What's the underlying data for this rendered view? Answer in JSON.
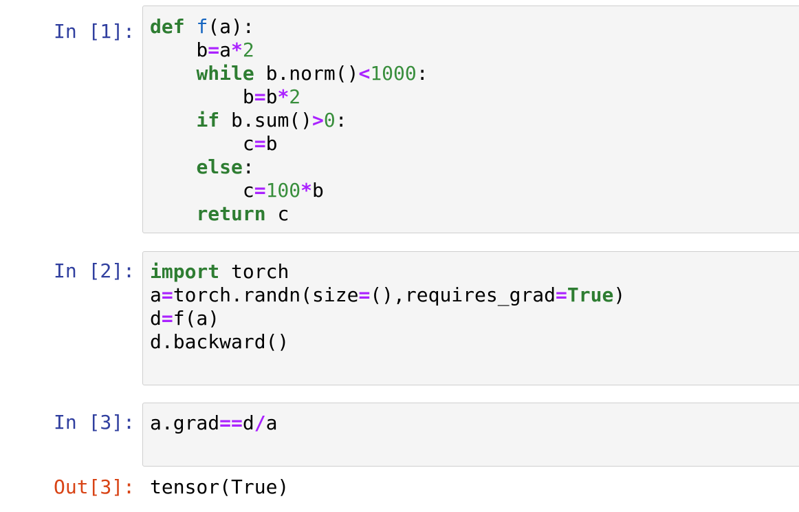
{
  "theme": {
    "prompt_in_color": "#303f9f",
    "prompt_out_color": "#d84315",
    "keyword_color": "#2e7d32",
    "operator_color": "#aa22ff",
    "number_color": "#388e3c",
    "function_name_color": "#1565c0",
    "cell_background": "#f5f5f5",
    "cell_border": "#cfcfcf"
  },
  "cells": [
    {
      "prompt": "In [1]:",
      "lines": [
        [
          {
            "t": "kw",
            "v": "def"
          },
          {
            "t": "plain",
            "v": " "
          },
          {
            "t": "fn",
            "v": "f"
          },
          {
            "t": "plain",
            "v": "(a):"
          }
        ],
        [
          {
            "t": "plain",
            "v": "    b"
          },
          {
            "t": "op",
            "v": "="
          },
          {
            "t": "plain",
            "v": "a"
          },
          {
            "t": "op",
            "v": "*"
          },
          {
            "t": "num",
            "v": "2"
          }
        ],
        [
          {
            "t": "plain",
            "v": "    "
          },
          {
            "t": "kw",
            "v": "while"
          },
          {
            "t": "plain",
            "v": " b.norm()"
          },
          {
            "t": "op",
            "v": "<"
          },
          {
            "t": "num",
            "v": "1000"
          },
          {
            "t": "plain",
            "v": ":"
          }
        ],
        [
          {
            "t": "plain",
            "v": "        b"
          },
          {
            "t": "op",
            "v": "="
          },
          {
            "t": "plain",
            "v": "b"
          },
          {
            "t": "op",
            "v": "*"
          },
          {
            "t": "num",
            "v": "2"
          }
        ],
        [
          {
            "t": "plain",
            "v": "    "
          },
          {
            "t": "kw",
            "v": "if"
          },
          {
            "t": "plain",
            "v": " b.sum()"
          },
          {
            "t": "op",
            "v": ">"
          },
          {
            "t": "num",
            "v": "0"
          },
          {
            "t": "plain",
            "v": ":"
          }
        ],
        [
          {
            "t": "plain",
            "v": "        c"
          },
          {
            "t": "op",
            "v": "="
          },
          {
            "t": "plain",
            "v": "b"
          }
        ],
        [
          {
            "t": "plain",
            "v": "    "
          },
          {
            "t": "kw",
            "v": "else"
          },
          {
            "t": "plain",
            "v": ":"
          }
        ],
        [
          {
            "t": "plain",
            "v": "        c"
          },
          {
            "t": "op",
            "v": "="
          },
          {
            "t": "num",
            "v": "100"
          },
          {
            "t": "op",
            "v": "*"
          },
          {
            "t": "plain",
            "v": "b"
          }
        ],
        [
          {
            "t": "plain",
            "v": "    "
          },
          {
            "t": "kw",
            "v": "return"
          },
          {
            "t": "plain",
            "v": " c"
          }
        ]
      ]
    },
    {
      "prompt": "In [2]:",
      "lines": [
        [
          {
            "t": "kw",
            "v": "import"
          },
          {
            "t": "plain",
            "v": " torch"
          }
        ],
        [
          {
            "t": "plain",
            "v": "a"
          },
          {
            "t": "op",
            "v": "="
          },
          {
            "t": "plain",
            "v": "torch.randn(size"
          },
          {
            "t": "op",
            "v": "="
          },
          {
            "t": "plain",
            "v": "(),requires_grad"
          },
          {
            "t": "op",
            "v": "="
          },
          {
            "t": "kw",
            "v": "True"
          },
          {
            "t": "plain",
            "v": ")"
          }
        ],
        [
          {
            "t": "plain",
            "v": "d"
          },
          {
            "t": "op",
            "v": "="
          },
          {
            "t": "plain",
            "v": "f(a)"
          }
        ],
        [
          {
            "t": "plain",
            "v": "d.backward()"
          }
        ]
      ]
    },
    {
      "prompt": "In [3]:",
      "lines": [
        [
          {
            "t": "plain",
            "v": "a.grad"
          },
          {
            "t": "op",
            "v": "=="
          },
          {
            "t": "plain",
            "v": "d"
          },
          {
            "t": "op",
            "v": "/"
          },
          {
            "t": "plain",
            "v": "a"
          }
        ]
      ]
    }
  ],
  "output": {
    "prompt": "Out[3]:",
    "text": "tensor(True)"
  }
}
